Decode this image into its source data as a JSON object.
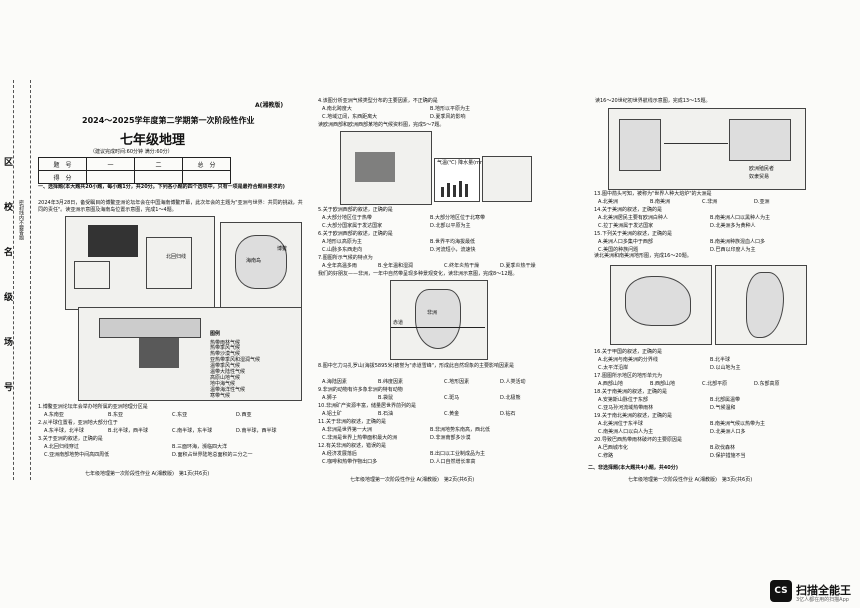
{
  "header": {
    "badge": "A(湘教版)",
    "title": "2024～2025学年度第二学期第一次阶段性作业",
    "subject": "七年级地理",
    "meta": "（建议完成时间:60分钟    满分:60分）"
  },
  "score_table": {
    "row1": [
      "题　号",
      "一",
      "二",
      "总　分"
    ],
    "row2": [
      "得　分",
      "",
      "",
      ""
    ]
  },
  "binding": {
    "chars": [
      "区",
      "校",
      "名",
      "级",
      "场",
      "号"
    ],
    "tail": "密封线内不要答题"
  },
  "section1": {
    "title": "一、选择题(本大题共20小题，每小题1分，共20分。下列各小题的四个选项中，只有一项是最符合题目要求的)",
    "intro1": "2024年3月28日，备受瞩目的博鳌亚洲论坛年会在中国海南博鳌开幕，此次年会的主题为\"亚洲与世界：共同的挑战，共同的责任\"。读亚洲示意图及海南岛位置示意图，完成1～4题。",
    "q1": "1.博鳌亚洲论坛年会举办地所属的亚洲地理分区是",
    "q1_opts": [
      "A.东南亚",
      "B.东亚",
      "C.东亚",
      "D.西亚"
    ],
    "q2": "2.从半球位置看，亚洲地大部分位于",
    "q2_opts": [
      "A.东半球，北半球",
      "B.北半球，西半球",
      "C.南半球，东半球",
      "D.南半球，西半球"
    ],
    "q3": "3.关于亚洲的叙述，正确的是",
    "q3_opts": [
      "A.北回归线穿过",
      "B.三面环海，濒临四大洋",
      "C.亚洲南部地势中间高四周低",
      "D.面积占世界陆地总面积的三分之一"
    ]
  },
  "legend": {
    "title": "图例",
    "items": [
      "热带雨林气候",
      "热带季风气候",
      "热带沙漠气候",
      "亚热带季风和湿润气候",
      "温带季风气候",
      "温带大陆性气候",
      "高原山地气候",
      "地中海气候",
      "温带海洋性气候",
      "寒带气候"
    ]
  },
  "map_labels": {
    "hainan": "海南岛",
    "bohai": "博鳌",
    "lat": "北回归线"
  },
  "col2": {
    "q4": "4.该图分析亚洲气候类型分布的主要因素，不正确的是",
    "q4_a": "A.南北跨度大",
    "q4_b": "B.地形以平原为主",
    "q4_c": "C.地域辽阔，东西距离大",
    "q4_d": "D.夏季风的影响",
    "intro2": "读欧洲西部和欧洲西部某地的气候资料图，完成5～7题。",
    "chart_title": "气温(℃) 降水量(mm)",
    "q5": "5.关于欧洲西部的叙述，正确的是",
    "q5_opts": [
      "A.大部分地区位于热带",
      "B.大部分地区位于北寒带",
      "C.大部分国家属于发达国家",
      "D.北部以平原为主"
    ],
    "q6": "6.关于欧洲西部的叙述，正确的是",
    "q6_opts": [
      "A.地形以高原为主",
      "B.世界平均海拔最低",
      "C.山脉多东西走向",
      "D.河流短小，流速快"
    ],
    "q7": "7.图图所示气候的特点为",
    "q7_opts": [
      "A.全年高温多雨",
      "B.全年温和湿润",
      "C.终年炎热干燥",
      "D.夏季炎热干燥"
    ],
    "intro3": "我们的好朋友——非洲，一年中自然带呈现多种景观变化，读非洲示意图，完成8～12题。",
    "q8": "8.图中乞力马扎罗山(海拔5895米)被誉为\"赤道雪峰\"，形成此自然现象的主要影响因素是",
    "q8_opts": [
      "A.海陆因素",
      "B.纬度因素",
      "C.地形因素",
      "D.人类活动"
    ],
    "q9": "9.非洲的动物有许多象非洲的特有动物",
    "q9_opts": [
      "A.狮子",
      "B.袋鼠",
      "C.斑马",
      "D.北极熊"
    ],
    "q10": "10.非洲矿产资源丰富，储量居世界前列的是",
    "q10_opts": [
      "A.铝土矿",
      "B.石油",
      "C.黄金",
      "D.钻石"
    ],
    "q11": "11.关于非洲的叙述，正确的是",
    "q11_opts": [
      "A.非洲是世界第一大洲",
      "B.非洲地势东南高，西北低",
      "C.非洲是世界上热带面积最大的洲",
      "D.非洲南部多沙漠"
    ],
    "q12": "12.有关非洲的叙述，错误的是",
    "q12_opts": [
      "A.经济发展落后",
      "B.出口以工业制成品为主",
      "C.咖啡和热带作物出口多",
      "D.人口自然增长率高"
    ],
    "af_label": "非洲",
    "eq_label": "赤道"
  },
  "col3": {
    "intro4": "读16～20世纪初世界航线示意图，完成13～15题。",
    "legend_a": "欧洲殖民者",
    "legend_b": "奴隶贸易",
    "q13": "13.图中箭头可知，被称为\"世界人种大熔炉\"的大洲是",
    "q13_opts": [
      "A.北美洲",
      "B.南美洲",
      "C.非洲",
      "D.亚洲"
    ],
    "q14": "14.关于美洲的叙述，正确的是",
    "q14_a": "A.北美洲居民主要有欧洲白种人",
    "q14_b": "B.南美洲人口以黑种人为主",
    "q14_c": "C.拉丁美洲属于发达国家",
    "q14_d": "D.北美洲多为黄种人",
    "q15": "15.下列关于美洲的叙述，正确的是",
    "q15_a": "A.美洲人口多集中于西部",
    "q15_b": "B.南美洲种族混血人口多",
    "q15_c": "C.美国的种族问题",
    "q15_d": "D.巴西以印度人为主",
    "intro5": "读北美洲和南美洲地形图，完成16～20题。",
    "q16": "16.关于甲国的叙述，正确的是",
    "q16_opts": [
      "A.北美洲与南美洲的分界线",
      "B.北半球",
      "C.太平洋沿岸",
      "D.以山地为主"
    ],
    "q17": "17.图图所示地区的地形单元为",
    "q17_opts": [
      "A.西部山地",
      "B.西部山地",
      "C.北部平原",
      "D.东部高原"
    ],
    "q18": "18.关于南美洲的叙述，正确的是",
    "q18_opts": [
      "A.安第斯山脉位于东部",
      "B.北部属温带",
      "C.亚马孙河流域热带雨林",
      "D.气候温和"
    ],
    "q19": "19.关于南北美洲的叙述，正确的是",
    "q19_opts": [
      "A.北美洲位于东半球",
      "B.南美洲气候以热带为主",
      "C.南美洲人口以白人为主",
      "D.北美洲人口多"
    ],
    "q20": "20.导致巴西热带雨林破坏的主要原因是",
    "q20_opts": [
      "A.巴西城市化",
      "B.砍伐森林",
      "C.修路",
      "D.保护措施不当"
    ],
    "section2": "二、非选择题(本大题共4小题，共40分)"
  },
  "footers": [
    "七年级地理第一次阶段性作业 A(湘教版)　第1页(共6页)",
    "七年级地理第一次阶段性作业 A(湘教版)　第2页(共6页)",
    "七年级地理第一次阶段性作业 A(湘教版)　第3页(共6页)"
  ],
  "watermark": {
    "logo": "CS",
    "name": "扫描全能王",
    "tagline": "3亿人都在用的扫描App"
  }
}
